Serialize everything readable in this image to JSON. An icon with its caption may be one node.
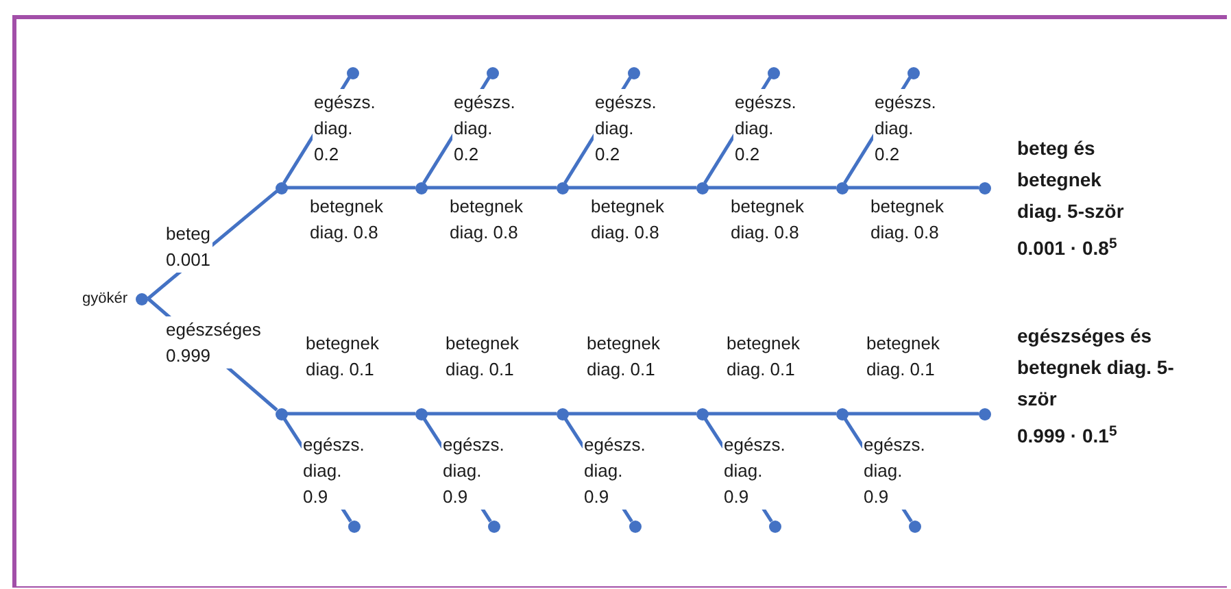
{
  "diagram": {
    "nodes": [
      {
        "text": [
          "gyökér"
        ]
      },
      {
        "text": [],
        "shape": "circle"
      },
      {
        "text": [],
        "shape": "circle"
      },
      {
        "text": [],
        "shape": "circle"
      },
      {
        "text": [],
        "shape": "circle"
      },
      {
        "text": [],
        "shape": "circle"
      },
      {
        "text": [],
        "shape": "circle",
        "beside": [
          "beteg és betegnek diag. 5-ször",
          "0.001 · 0.8$^{5}$"
        ]
      },
      {
        "text": [],
        "shape": "circle"
      },
      {
        "text": [],
        "shape": "circle"
      },
      {
        "text": [],
        "shape": "circle"
      },
      {
        "text": [],
        "shape": "circle"
      },
      {
        "text": [],
        "shape": "circle"
      },
      {
        "text": [],
        "shape": "circle"
      },
      {
        "text": [],
        "shape": "circle"
      },
      {
        "text": [],
        "shape": "circle"
      },
      {
        "text": [],
        "shape": "circle"
      },
      {
        "text": [],
        "shape": "circle"
      },
      {
        "text": [],
        "shape": "circle",
        "beside": [
          "egészséges és betegnek diag. 5-ször",
          "0.999 · 0.1$^{5}$"
        ]
      },
      {
        "text": [],
        "shape": "circle"
      },
      {
        "text": [],
        "shape": "circle"
      },
      {
        "text": [],
        "shape": "circle"
      },
      {
        "text": [],
        "shape": "circle"
      },
      {
        "text": [],
        "shape": "circle"
      }
    ],
    "edges": [
      {
        "from": 0,
        "to": 1,
        "arrow": "none",
        "label": "beteg 0.001"
      },
      {
        "from": 0,
        "to": 12,
        "arrow": "none",
        "label": "egészséges 0.999"
      },
      {
        "from": 1,
        "to": 7,
        "arrow": "none",
        "label": "egészs. diag. 0.2"
      },
      {
        "from": 1,
        "to": 2,
        "arrow": "none",
        "label": "betegnek diag. 0.8"
      },
      {
        "from": 2,
        "to": 8,
        "arrow": "none",
        "label": "egészs. diag. 0.2"
      },
      {
        "from": 2,
        "to": 3,
        "arrow": "none",
        "label": "betegnek diag. 0.8"
      },
      {
        "from": 3,
        "to": 9,
        "arrow": "none",
        "label": "egészs. diag. 0.2"
      },
      {
        "from": 3,
        "to": 4,
        "arrow": "none",
        "label": "betegnek diag. 0.8"
      },
      {
        "from": 4,
        "to": 10,
        "arrow": "none",
        "label": "egészs. diag. 0.2"
      },
      {
        "from": 4,
        "to": 5,
        "arrow": "none",
        "label": "betegnek diag. 0.8"
      },
      {
        "from": 5,
        "to": 11,
        "arrow": "none",
        "label": "egészs. diag. 0.2"
      },
      {
        "from": 5,
        "to": 6,
        "arrow": "none",
        "label": "betegnek diag. 0.8"
      },
      {
        "from": 12,
        "to": 13,
        "arrow": "none",
        "label": "betegnek diag. 0.1"
      },
      {
        "from": 12,
        "to": 18,
        "arrow": "none",
        "label": "egészs. diag. 0.9"
      },
      {
        "from": 13,
        "to": 14,
        "arrow": "none",
        "label": "betegnek diag. 0.1"
      },
      {
        "from": 13,
        "to": 19,
        "arrow": "none",
        "label": "egészs. diag. 0.9"
      },
      {
        "from": 14,
        "to": 15,
        "arrow": "none",
        "label": "betegnek diag. 0.1"
      },
      {
        "from": 14,
        "to": 20,
        "arrow": "none",
        "label": "egészs. diag. 0.9"
      },
      {
        "from": 15,
        "to": 16,
        "arrow": "none",
        "label": "betegnek diag. 0.1"
      },
      {
        "from": 15,
        "to": 21,
        "arrow": "none",
        "label": "egészs. diag. 0.9"
      },
      {
        "from": 16,
        "to": 17,
        "arrow": "none",
        "label": "betegnek diag. 0.1"
      },
      {
        "from": 16,
        "to": 22,
        "arrow": "none",
        "label": "egészs. diag. 0.9"
      }
    ]
  }
}
